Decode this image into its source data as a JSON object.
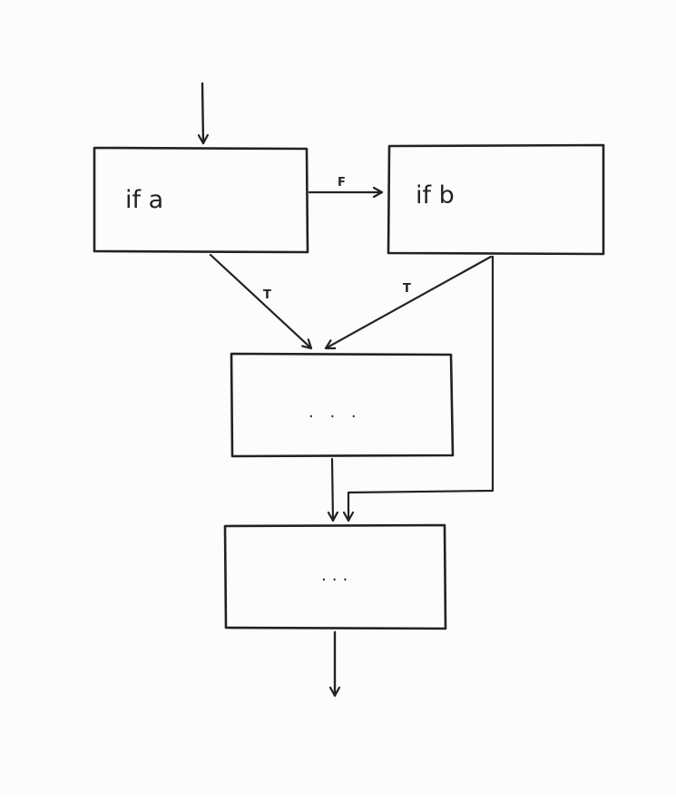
{
  "diagram": {
    "type": "flowchart",
    "style": "hand-drawn",
    "stroke_color": "#222222",
    "background_color": "#fcfcfb",
    "nodes": {
      "if_a": {
        "label": "if a"
      },
      "if_b": {
        "label": "if b"
      },
      "middle": {
        "label": ". . ."
      },
      "bottom": {
        "label": "..."
      }
    },
    "edges": {
      "a_to_b": {
        "from": "if a",
        "to": "if b",
        "label": "F"
      },
      "a_to_middle": {
        "from": "if a",
        "to": "middle",
        "label": "T"
      },
      "b_to_middle": {
        "from": "if b",
        "to": "middle",
        "label": "T"
      },
      "b_to_bottom": {
        "from": "if b",
        "to": "bottom",
        "label": ""
      },
      "middle_to_bottom": {
        "from": "middle",
        "to": "bottom",
        "label": ""
      }
    }
  }
}
